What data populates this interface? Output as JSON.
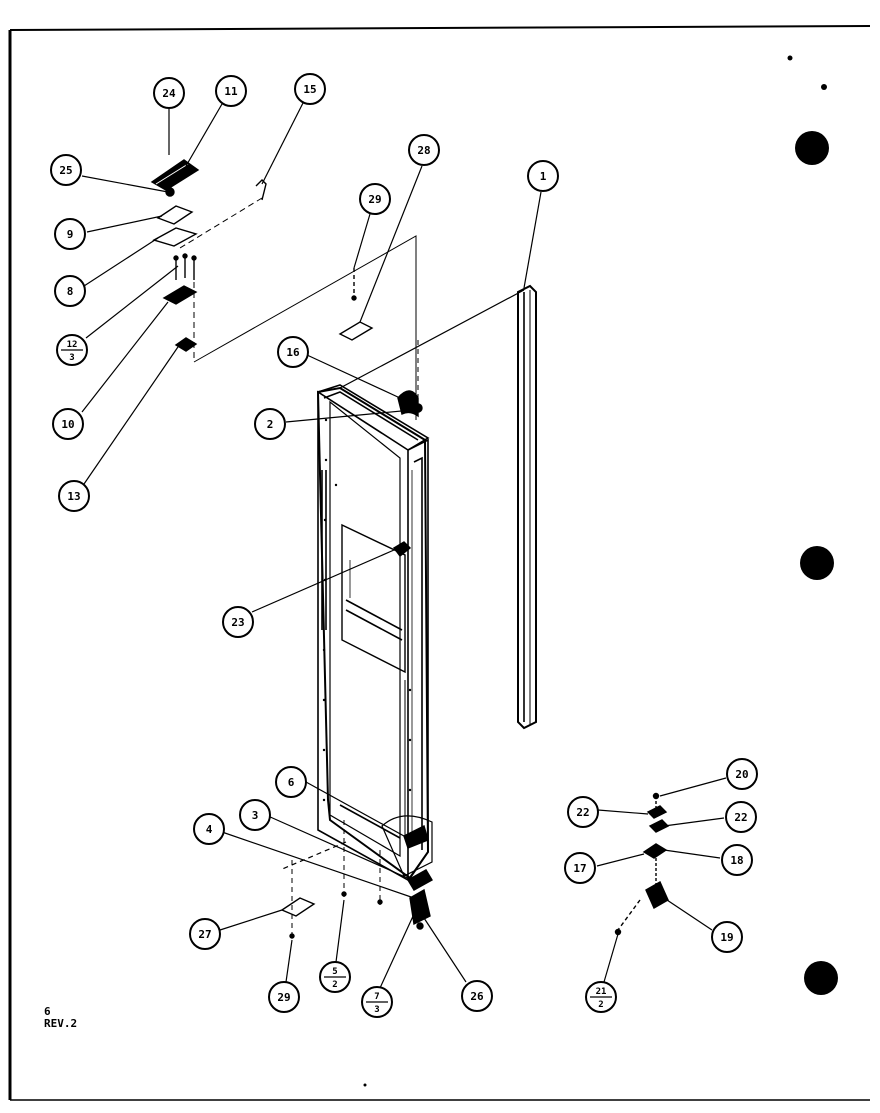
{
  "footer": {
    "page_number": "6",
    "revision": "REV.2"
  },
  "callouts": {
    "c24": "24",
    "c11": "11",
    "c15": "15",
    "c25": "25",
    "c9": "9",
    "c8": "8",
    "c12": "12",
    "c12b": "3",
    "c10": "10",
    "c13": "13",
    "c29a": "29",
    "c28": "28",
    "c1": "1",
    "c16": "16",
    "c2": "2",
    "c23": "23",
    "c6": "6",
    "c3": "3",
    "c4": "4",
    "c27": "27",
    "c5": "5",
    "c5b": "2",
    "c7": "7",
    "c7b": "3",
    "c26": "26",
    "c29b": "29",
    "c20": "20",
    "c22a": "22",
    "c22b": "22",
    "c17": "17",
    "c18": "18",
    "c19": "19",
    "c21": "21",
    "c21b": "2"
  }
}
